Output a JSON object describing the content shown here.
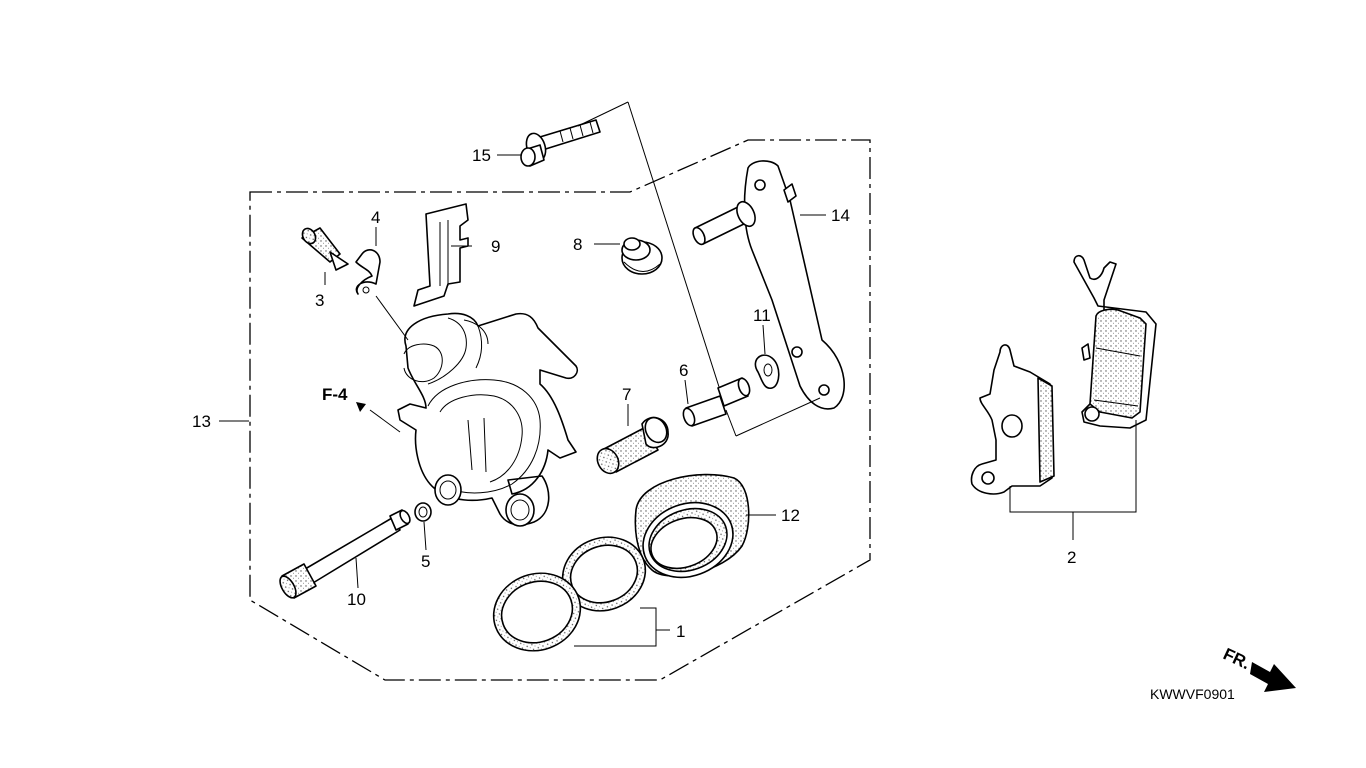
{
  "callouts": {
    "c1": "1",
    "c2": "2",
    "c3": "3",
    "c4": "4",
    "c5": "5",
    "c6": "6",
    "c7": "7",
    "c8": "8",
    "c9": "9",
    "c10": "10",
    "c11": "11",
    "c12": "12",
    "c13": "13",
    "c14": "14",
    "c15": "15"
  },
  "reference": "F-4",
  "direction": "FR.",
  "diagram_code": "KWWVF0901"
}
